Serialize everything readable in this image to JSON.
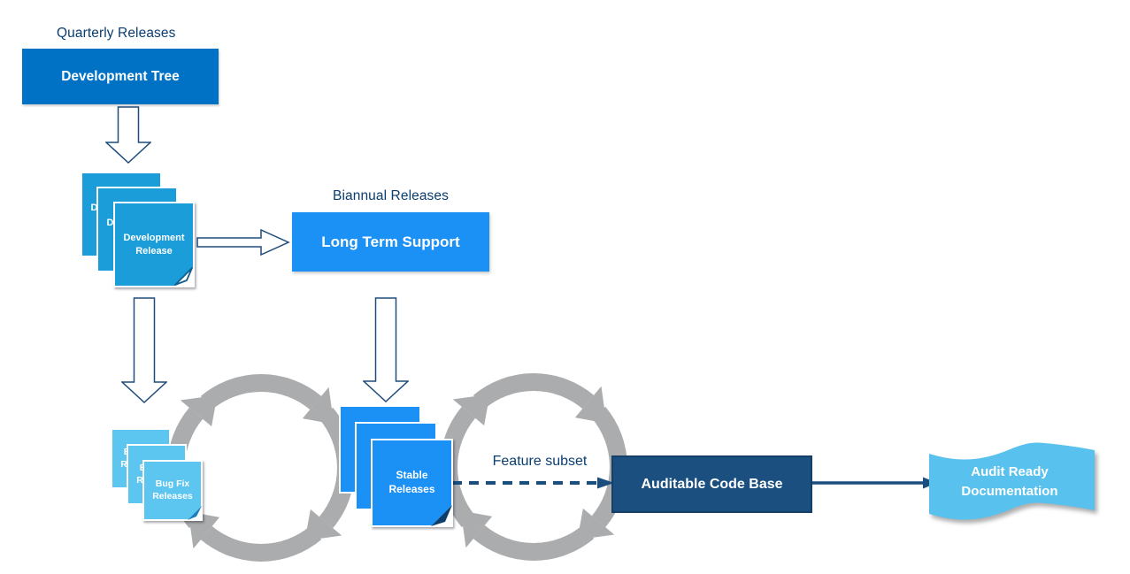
{
  "labels": {
    "quarterly_releases": "Quarterly Releases",
    "biannual_releases": "Biannual Releases",
    "feature_subset": "Feature subset"
  },
  "nodes": {
    "development_tree": "Development Tree",
    "development_release": "Development Release",
    "long_term_support": "Long Term Support",
    "bug_fix_releases": "Bug Fix Releases",
    "stable_releases": "Stable Releases",
    "auditable_code_base": "Auditable Code Base",
    "audit_ready_documentation": "Audit Ready Documentation"
  },
  "colors": {
    "development_tree": "#0072C6",
    "development_release": "#1A9DD9",
    "long_term_support": "#1B90F5",
    "bug_fix_releases": "#5CC5F0",
    "stable_releases": "#1B90F5",
    "auditable_code_base": "#1A4F80",
    "audit_ready_documentation": "#58C1ED",
    "cycle_gray": "#ABACAE",
    "arrow_navy": "#1A4E7E",
    "label_navy": "#0A3D70"
  }
}
